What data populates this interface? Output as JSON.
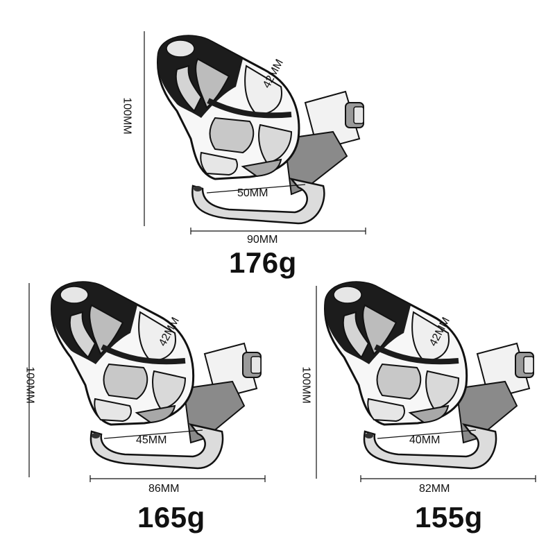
{
  "products": [
    {
      "id": "large",
      "height_label": "100MM",
      "width_label": "90MM",
      "ring_label": "50MM",
      "diameter_label": "42MM",
      "weight_label": "176g"
    },
    {
      "id": "medium",
      "height_label": "100MM",
      "width_label": "86MM",
      "ring_label": "45MM",
      "diameter_label": "42MM",
      "weight_label": "165g"
    },
    {
      "id": "small",
      "height_label": "100MM",
      "width_label": "82MM",
      "ring_label": "40MM",
      "diameter_label": "42MM",
      "weight_label": "155g"
    }
  ],
  "colors": {
    "outline": "#111111",
    "metal_light": "#e6e6e6",
    "metal_mid": "#9a9a9a",
    "metal_dark": "#4a4a4a",
    "background": "#ffffff"
  }
}
